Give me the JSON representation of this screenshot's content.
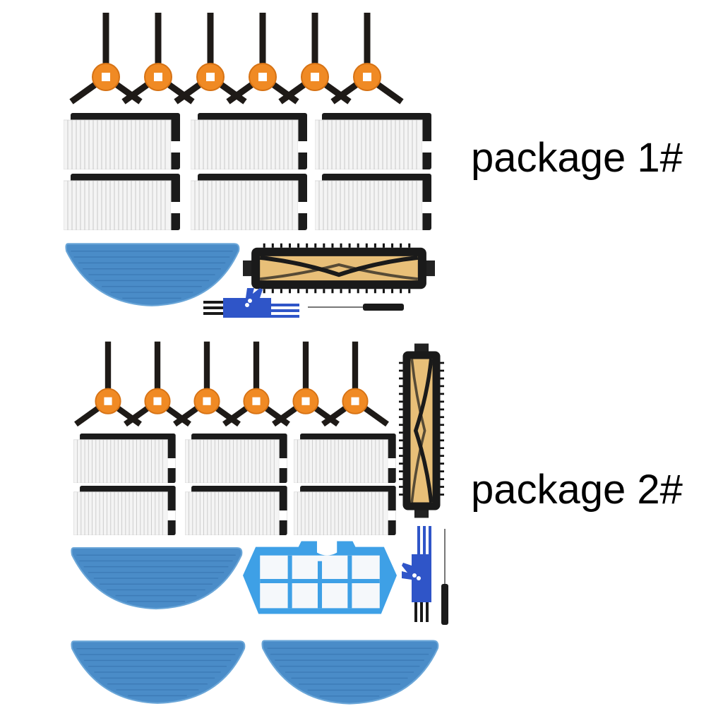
{
  "packages": [
    {
      "label": "package 1#",
      "contents": {
        "side_brushes": 6,
        "hepa_filters": 6,
        "mop_cloths": 1,
        "main_roller_brush": 1,
        "cleaning_tool": 1,
        "screwdriver": 1
      }
    },
    {
      "label": "package 2#",
      "contents": {
        "side_brushes": 6,
        "hepa_filters": 6,
        "mop_cloths": 3,
        "main_roller_brush": 1,
        "primary_filter": 1,
        "cleaning_tool": 1,
        "screwdriver": 1
      }
    }
  ],
  "colors": {
    "brush_hub": "#f08a24",
    "bristle": "#1e1a17",
    "filter_frame": "#1b1b1b",
    "filter_media": "#f4f4f4",
    "mop": "#4a8cc8",
    "roller_core": "#e8bf78",
    "tool_blue": "#2f55c8",
    "primary_filter_frame": "#3ea0e6"
  }
}
